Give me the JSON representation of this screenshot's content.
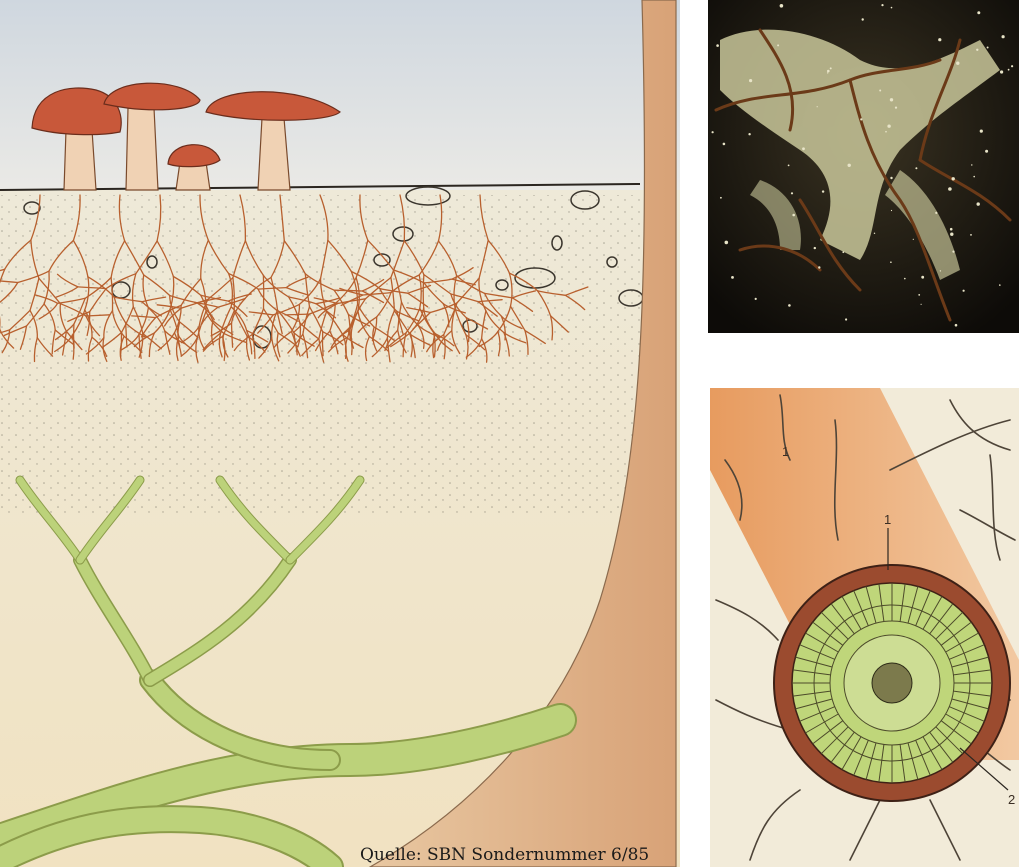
{
  "source": "Quelle: SBN Sondernummer 6/85",
  "labels": {
    "one_upper": "1",
    "one_section": "1",
    "two_section": "2"
  },
  "colors": {
    "sky": "#dfe3e8",
    "soil": "#efe6cf",
    "root": "#d9a67a",
    "mushroom_cap": "#c8583a",
    "mushroom_stem": "#f0d2b4",
    "hyphae": "#b8602e",
    "green_root": "#b9cf72",
    "micro_bg": "#14110c",
    "cortex": "#9b4b2f",
    "central_cylinder": "#bfd67a"
  },
  "icons": [
    "mushroom-icon"
  ]
}
